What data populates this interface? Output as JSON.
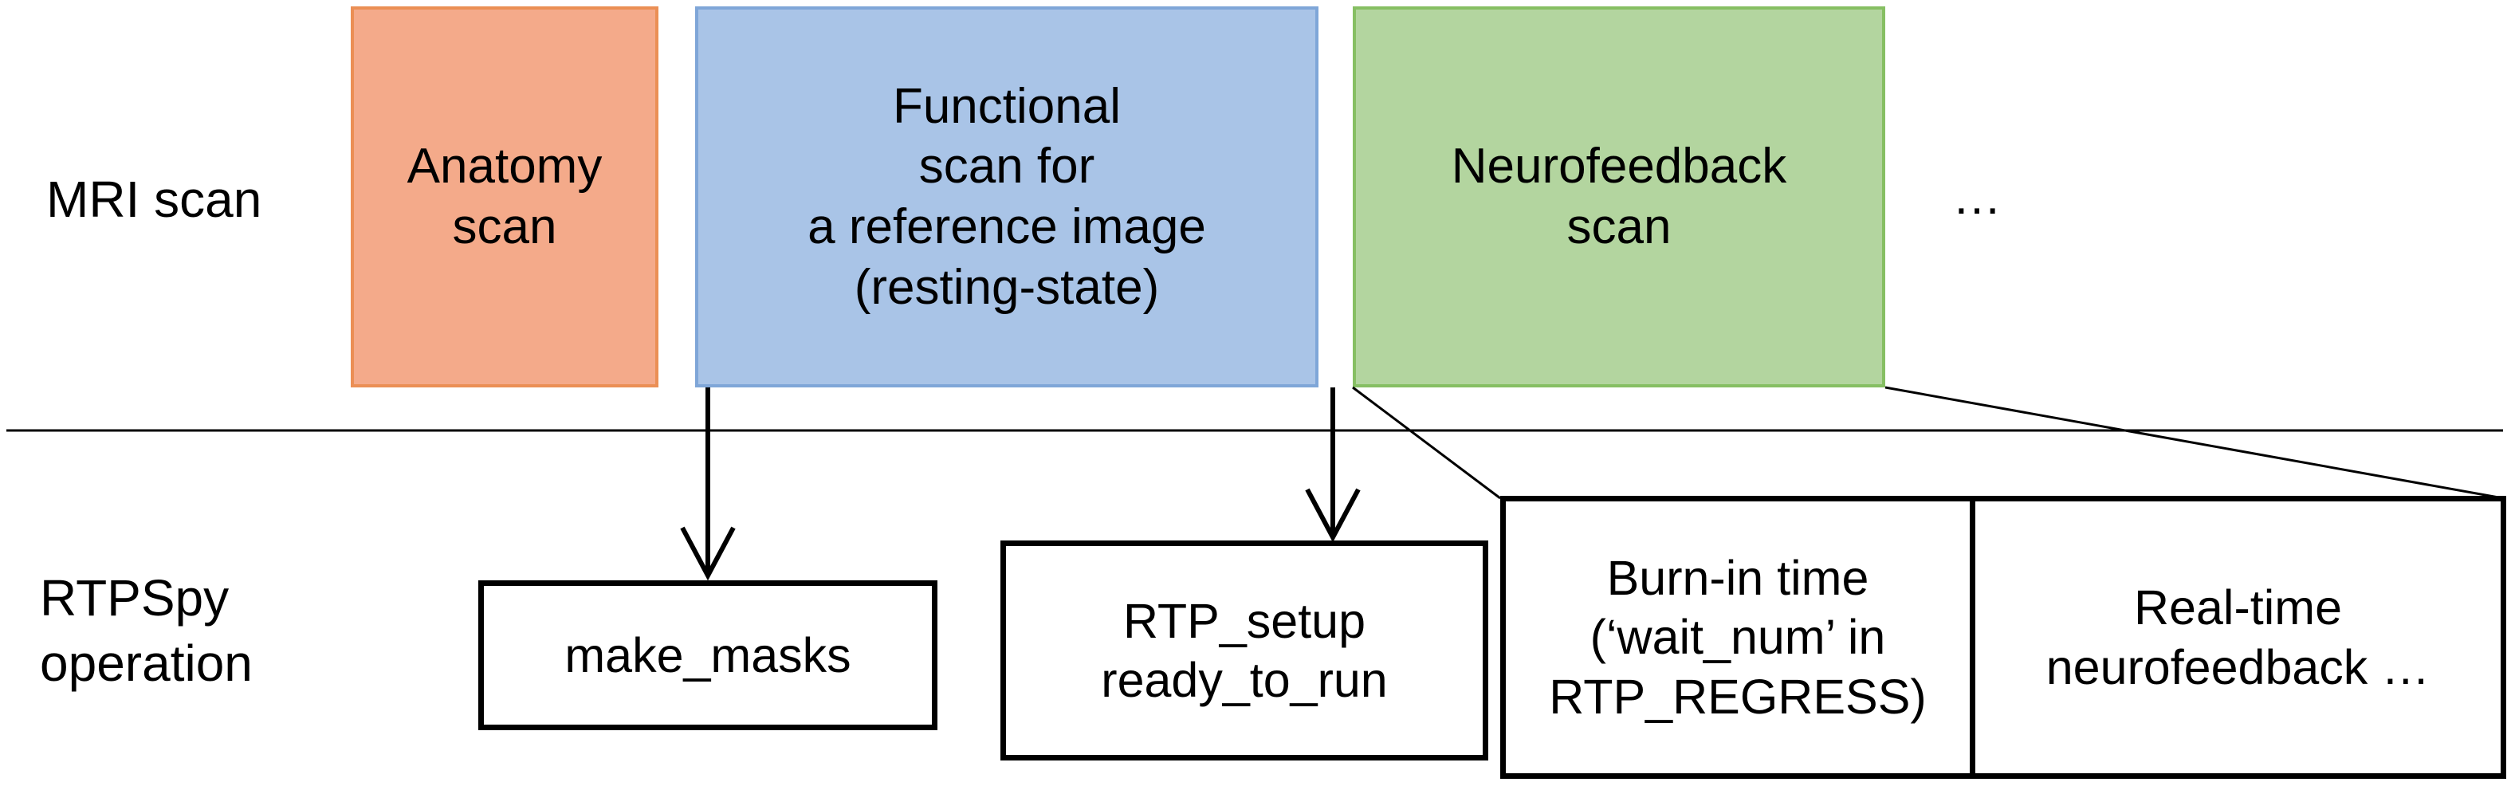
{
  "row_labels": {
    "mri": "MRI scan",
    "rtpspy": "RTPSpy\noperation"
  },
  "scans": {
    "anatomy": {
      "label": "Anatomy\nscan",
      "fill": "#F4AA8A",
      "border": "#EB8F55"
    },
    "functional": {
      "label": "Functional\nscan for\na reference image\n(resting-state)",
      "fill": "#A9C4E7",
      "border": "#7FA6D8"
    },
    "neurofeedback": {
      "label": "Neurofeedback\nscan",
      "fill": "#B3D59F",
      "border": "#86BF63"
    },
    "ellipsis": "…"
  },
  "operations": {
    "make_masks": "make_masks",
    "rtp_setup": "RTP_setup\nready_to_run",
    "burn_in": "Burn-in time\n(‘wait_num’ in\nRTP_REGRESS)",
    "realtime": "Real-time\nneurofeedback …"
  }
}
